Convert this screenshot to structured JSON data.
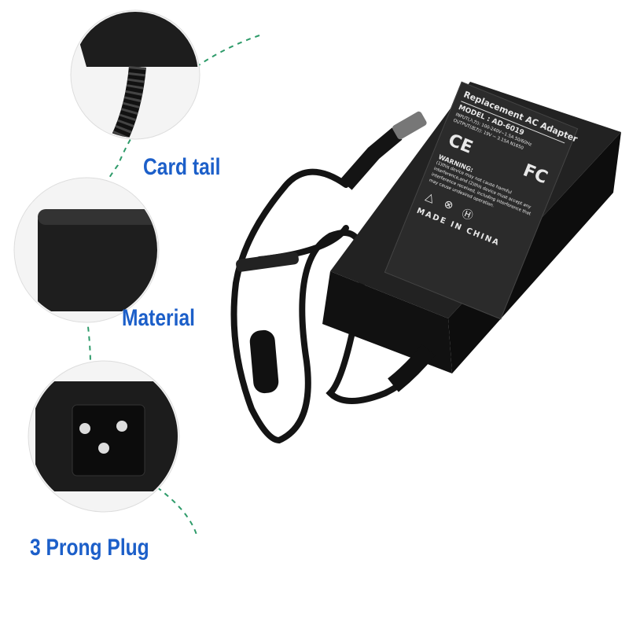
{
  "callouts": {
    "card_tail": "Card tail",
    "material": "Material",
    "plug": "3 Prong Plug"
  },
  "colors": {
    "callout_text": "#1c5fc9",
    "dashed_line": "#2e9b6a",
    "adapter": "#1e1e1e"
  },
  "adapter_label": {
    "title": "Replacement AC Adapter",
    "model": "MODEL : AD-6019",
    "input": "INPUT(入力): 100-240V~1.5A 50/60Hz",
    "output": "OUTPUT(出力): 19V ⎓ 3.15A  N1650",
    "marks": [
      "CE",
      "FC"
    ],
    "warning_title": "WARNING:",
    "warning_text": "(1)this device may not cause harmful interference,and (2)this device must accept any interference received, including interference that may cause undesired operation.",
    "made_in": "MADE IN CHINA"
  }
}
